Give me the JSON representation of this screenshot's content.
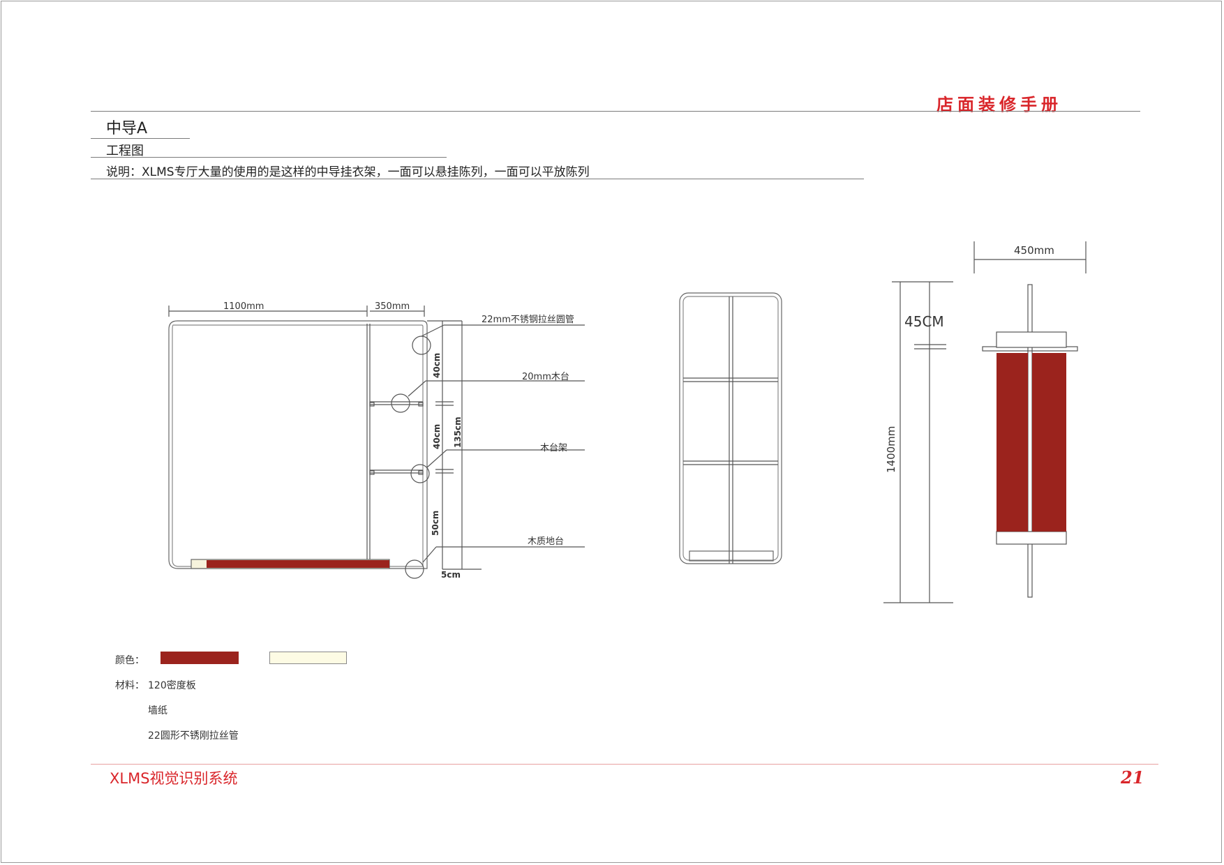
{
  "header": {
    "manual_title": "店面装修手册"
  },
  "section": {
    "title": "中导A",
    "subtitle": "工程图",
    "description": "说明：XLMS专厅大量的使用的是这样的中导挂衣架，一面可以悬挂陈列，一面可以平放陈列"
  },
  "drawing_front": {
    "dim_width_main": "1100mm",
    "dim_width_side": "350mm",
    "dim_shelf_top": "40cm",
    "dim_shelf_mid": "40cm",
    "dim_shelf_bottom": "50cm",
    "dim_total_height": "135cm",
    "dim_base": "5cm",
    "callout_tube": "22mm不锈钢拉丝圆管",
    "callout_board": "20mm木台",
    "callout_shelf_frame": "木台架",
    "callout_base": "木质地台"
  },
  "drawing_side": {
    "dim_top_width": "450mm",
    "dim_depth": "45CM",
    "dim_height": "1400mm"
  },
  "legend": {
    "color_label": "颜色：",
    "material_label": "材料：",
    "materials": [
      "120密度板",
      "墙纸",
      "22圆形不锈刚拉丝管"
    ],
    "colors": [
      "#9b231d",
      "#fdfbe4"
    ]
  },
  "footer": {
    "system_name": "XLMS视觉识别系统",
    "page_number": "21"
  },
  "colors": {
    "accent_red": "#d9252a",
    "panel_red": "#9b231d",
    "cream": "#fdfbe4"
  }
}
